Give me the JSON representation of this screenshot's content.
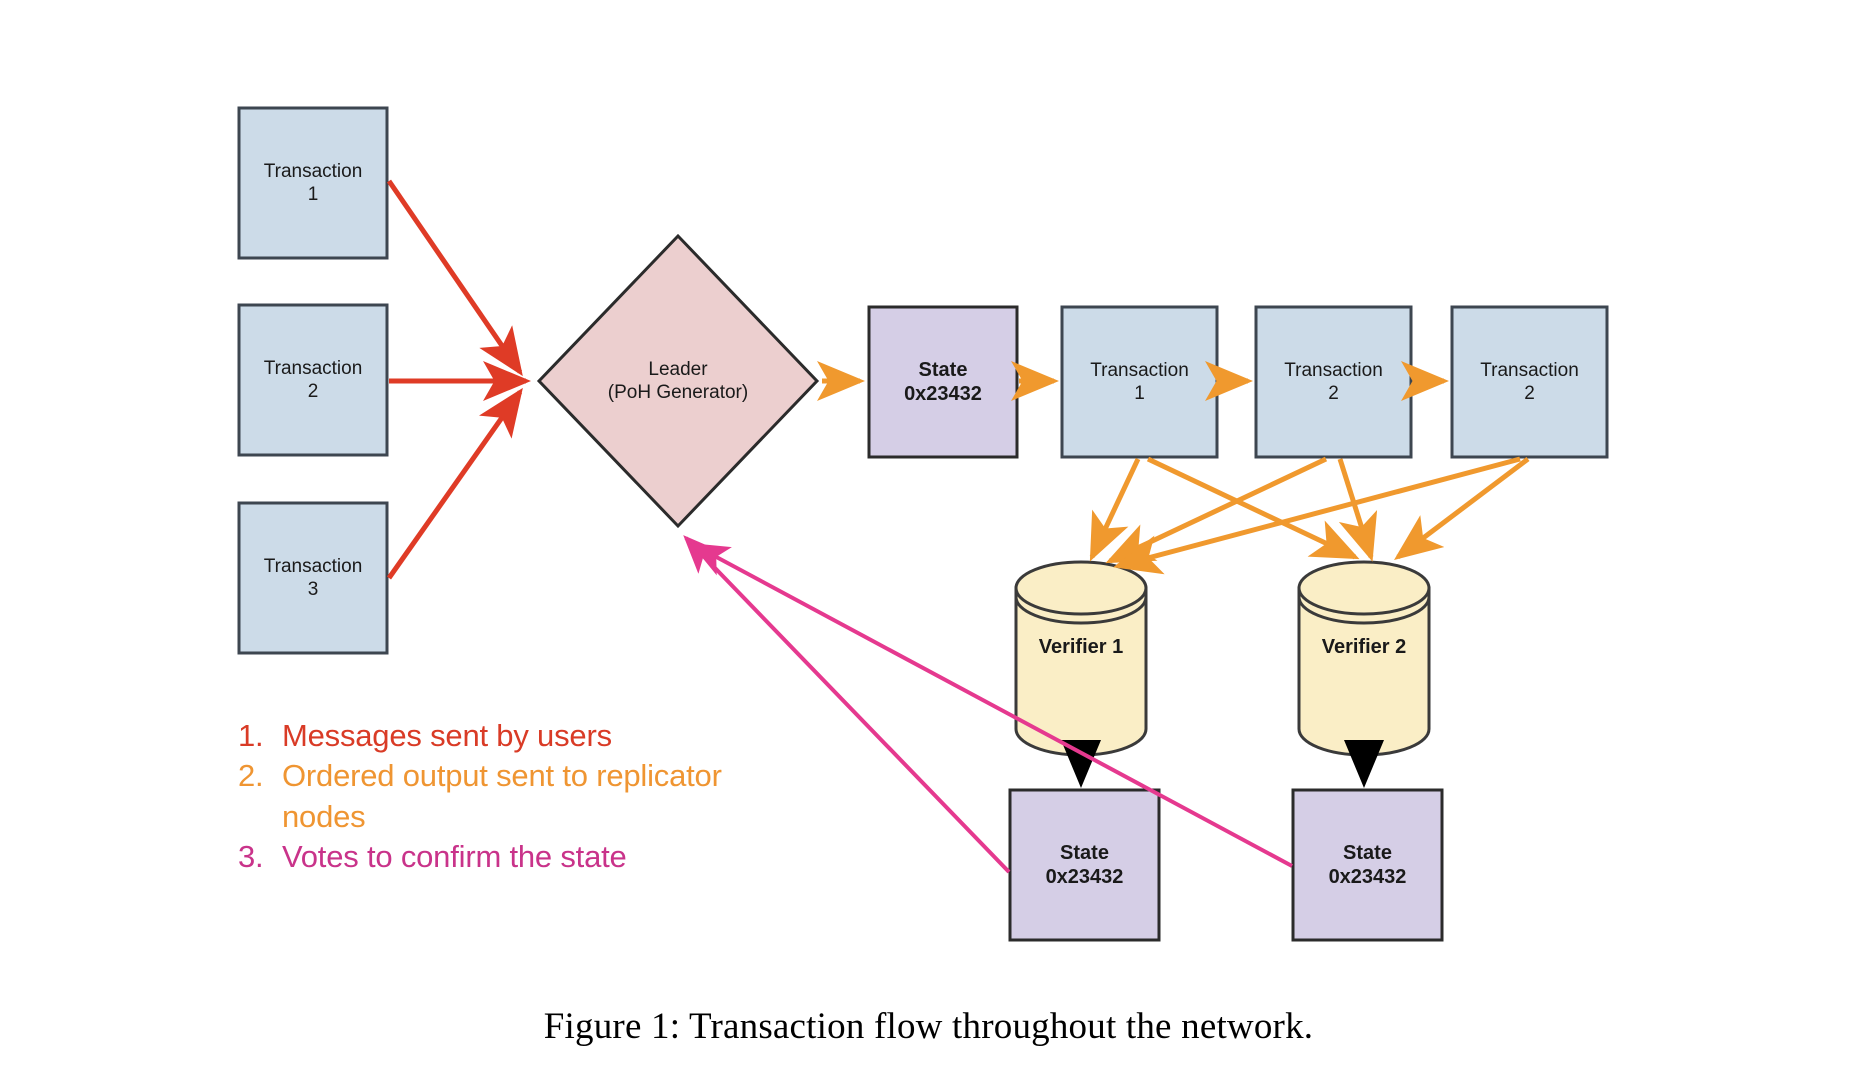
{
  "figure": {
    "caption": "Figure 1:  Transaction flow throughout the network."
  },
  "colors": {
    "transaction_fill": "#ccdbe8",
    "transaction_stroke": "#3d4650",
    "leader_fill": "#eccfcf",
    "leader_stroke": "#2b2b2b",
    "state_fill": "#d5cee6",
    "state_stroke": "#2b2b2b",
    "verifier_fill": "#faeec6",
    "verifier_stroke": "#3a3a3a",
    "arrow_users": "#df3b26",
    "arrow_ordered": "#f0992e",
    "arrow_votes": "#e5398f",
    "arrow_black": "#000000",
    "text_dark": "#1a1a1a"
  },
  "inputs": {
    "transactions": [
      {
        "title": "Transaction",
        "number": "1"
      },
      {
        "title": "Transaction",
        "number": "2"
      },
      {
        "title": "Transaction",
        "number": "3"
      }
    ]
  },
  "leader": {
    "line1": "Leader",
    "line2": "(PoH Generator)"
  },
  "ledger": {
    "state": {
      "line1": "State",
      "line2": "0x23432"
    },
    "entries": [
      {
        "title": "Transaction",
        "number": "1"
      },
      {
        "title": "Transaction",
        "number": "2"
      },
      {
        "title": "Transaction",
        "number": "2"
      }
    ]
  },
  "verifiers": [
    {
      "label": "Verifier 1"
    },
    {
      "label": "Verifier 2"
    }
  ],
  "verified_states": [
    {
      "line1": "State",
      "line2": "0x23432"
    },
    {
      "line1": "State",
      "line2": "0x23432"
    }
  ],
  "legend": {
    "items": [
      {
        "num": "1.",
        "text": "Messages sent by users",
        "color": "#d93b26"
      },
      {
        "num": "2.",
        "text": "Ordered output sent to replicator nodes",
        "color": "#ef9532"
      },
      {
        "num": "3.",
        "text": "Votes to confirm the state",
        "color": "#c9338a"
      }
    ]
  }
}
